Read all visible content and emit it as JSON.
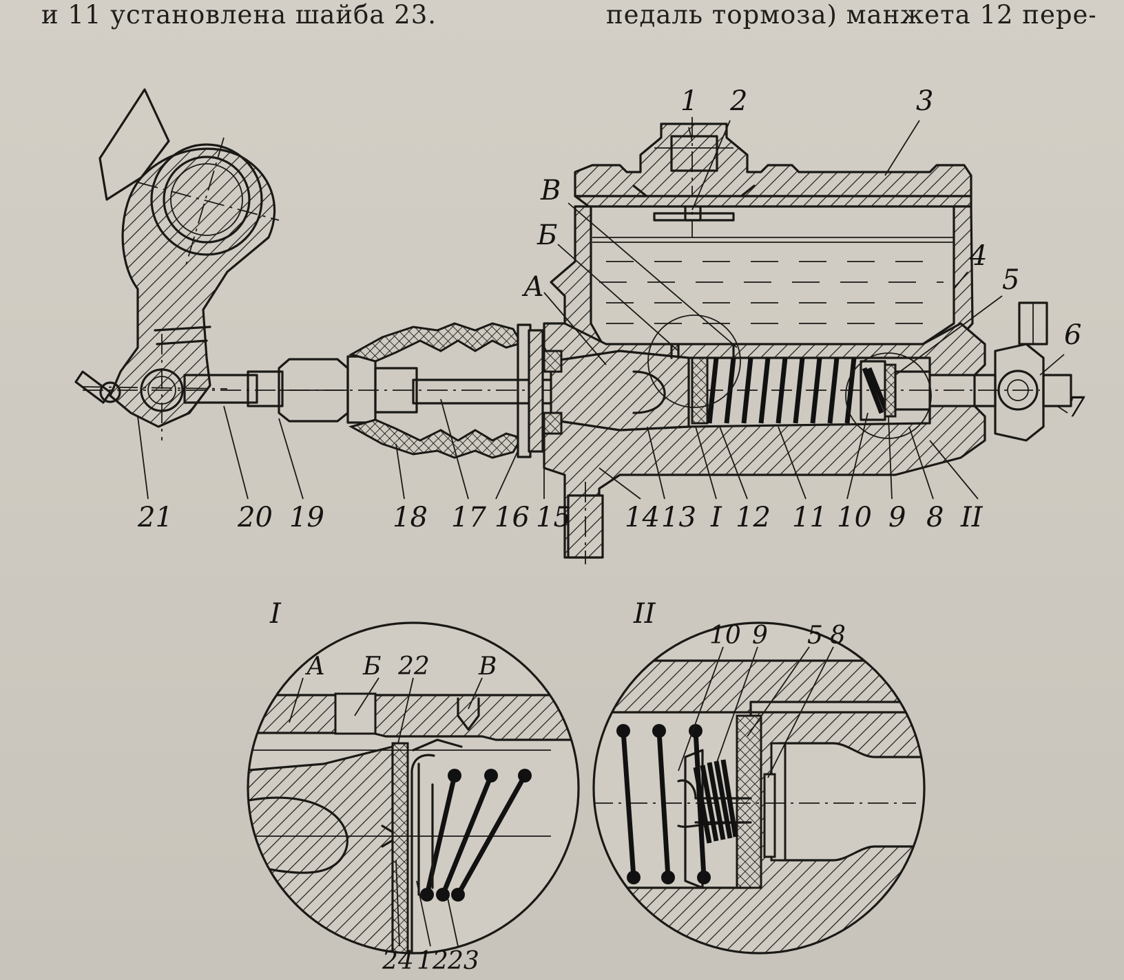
{
  "page_text": {
    "top_left": "и 11 установлена шайба 23.",
    "top_right": "педаль тормоза) манжета 12 пере-"
  },
  "diagram": {
    "main_callouts": [
      "1",
      "2",
      "3",
      "4",
      "5",
      "6",
      "7",
      "В",
      "Б",
      "А"
    ],
    "bottom_callouts": [
      "21",
      "20",
      "19",
      "18",
      "17",
      "16",
      "15",
      "14",
      "13",
      "I",
      "12",
      "11",
      "10",
      "9",
      "8",
      "II"
    ],
    "inset_I": {
      "title": "I",
      "callouts": [
        "А",
        "Б",
        "22",
        "В",
        "24",
        "12",
        "23"
      ]
    },
    "inset_II": {
      "title": "II",
      "callouts": [
        "10",
        "9",
        "5",
        "8"
      ]
    }
  },
  "colors": {
    "paper": "#cdc9c0",
    "ink": "#1a1916"
  }
}
